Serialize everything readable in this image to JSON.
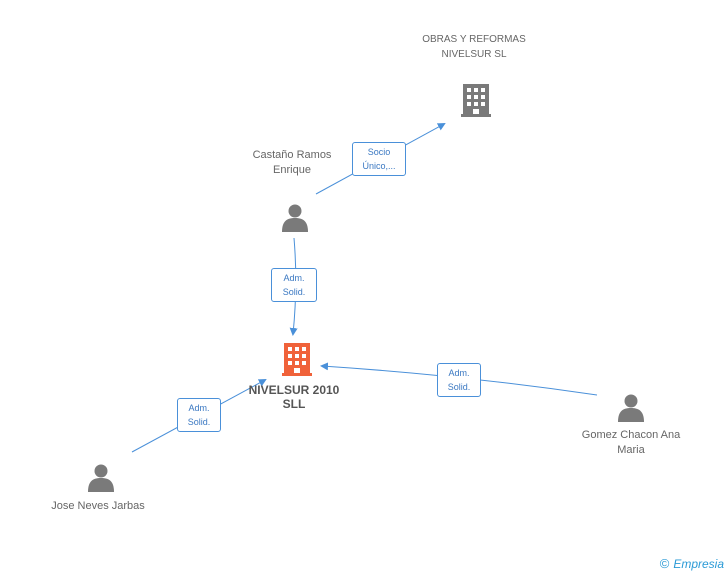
{
  "nodes": {
    "obras": {
      "label": "OBRAS Y REFORMAS NIVELSUR SL",
      "type": "company"
    },
    "castano": {
      "label": "Castaño Ramos Enrique",
      "type": "person"
    },
    "nivelsur": {
      "label": "NIVELSUR 2010 SLL",
      "type": "company-main"
    },
    "gomez": {
      "label": "Gomez Chacon Ana Maria",
      "type": "person"
    },
    "jose": {
      "label": "Jose Neves Jarbas",
      "type": "person"
    }
  },
  "edges": {
    "castano_obras": {
      "label": "Socio Único,..."
    },
    "castano_nivelsur": {
      "label": "Adm. Solid."
    },
    "gomez_nivelsur": {
      "label": "Adm. Solid."
    },
    "jose_nivelsur": {
      "label": "Adm. Solid."
    }
  },
  "colors": {
    "edge": "#4a90d9",
    "person_icon": "#7a7a7a",
    "company_icon": "#7a7a7a",
    "main_company_icon": "#f0623a"
  },
  "footer": {
    "copyright": "©",
    "brand": "Empresia"
  }
}
